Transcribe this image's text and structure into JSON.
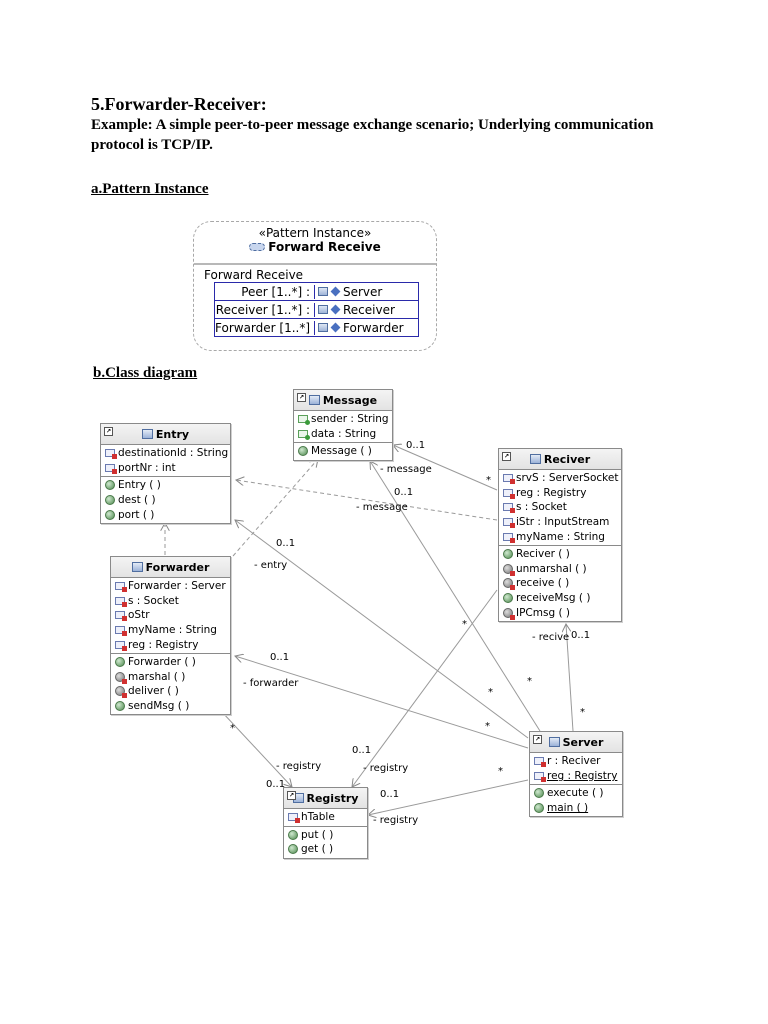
{
  "doc": {
    "heading": "5.Forwarder-Receiver:",
    "example_line1": "Example: A simple peer-to-peer message exchange scenario; Underlying communication",
    "example_line2": "protocol is TCP/IP.",
    "section_a": "a.Pattern Instance",
    "section_b": "b.Class diagram"
  },
  "pattern_instance": {
    "stereotype": "«Pattern Instance»",
    "name": "Forward Receive",
    "compartment_title": "Forward Receive",
    "roles": [
      {
        "role": "Peer [1..*] :",
        "class": "Server"
      },
      {
        "role": "Receiver [1..*] :",
        "class": "Receiver"
      },
      {
        "role": "Forwarder [1..*] :",
        "class": "Forwarder"
      }
    ]
  },
  "classes": {
    "entry": {
      "name": "Entry",
      "fields": [
        {
          "text": "destinationId : String",
          "icon": "private-field-icon"
        },
        {
          "text": "portNr : int",
          "icon": "private-field-icon"
        }
      ],
      "methods": [
        {
          "text": "Entry ( )",
          "icon": "public-method-icon"
        },
        {
          "text": "dest ( )",
          "icon": "public-method-icon"
        },
        {
          "text": "port ( )",
          "icon": "public-method-icon"
        }
      ]
    },
    "message": {
      "name": "Message",
      "fields": [
        {
          "text": "sender : String",
          "icon": "public-field-icon"
        },
        {
          "text": "data : String",
          "icon": "public-field-icon"
        }
      ],
      "methods": [
        {
          "text": "Message ( )",
          "icon": "public-method-icon"
        }
      ]
    },
    "reciver": {
      "name": "Reciver",
      "fields": [
        {
          "text": "srvS : ServerSocket",
          "icon": "private-field-icon"
        },
        {
          "text": "reg : Registry",
          "icon": "private-field-icon"
        },
        {
          "text": "s : Socket",
          "icon": "private-field-icon"
        },
        {
          "text": "iStr : InputStream",
          "icon": "private-field-icon"
        },
        {
          "text": "myName : String",
          "icon": "private-field-icon"
        }
      ],
      "methods": [
        {
          "text": "Reciver ( )",
          "icon": "public-method-icon"
        },
        {
          "text": "unmarshal ( )",
          "icon": "private-method-icon"
        },
        {
          "text": "receive ( )",
          "icon": "private-method-icon"
        },
        {
          "text": "receiveMsg ( )",
          "icon": "public-method-icon"
        },
        {
          "text": "IPCmsg ( )",
          "icon": "private-method-icon"
        }
      ]
    },
    "forwarder": {
      "name": "Forwarder",
      "fields": [
        {
          "text": "Forwarder : Server",
          "icon": "private-field-icon"
        },
        {
          "text": "s : Socket",
          "icon": "private-field-icon"
        },
        {
          "text": "oStr",
          "icon": "private-field-icon"
        },
        {
          "text": "myName : String",
          "icon": "private-field-icon"
        },
        {
          "text": "reg : Registry",
          "icon": "private-field-icon"
        }
      ],
      "methods": [
        {
          "text": "Forwarder ( )",
          "icon": "public-method-icon"
        },
        {
          "text": "marshal ( )",
          "icon": "private-method-icon"
        },
        {
          "text": "deliver ( )",
          "icon": "private-method-icon"
        },
        {
          "text": "sendMsg ( )",
          "icon": "public-method-icon"
        }
      ]
    },
    "server": {
      "name": "Server",
      "fields": [
        {
          "text": "r : Reciver",
          "icon": "private-field-icon"
        },
        {
          "text": "reg : Registry",
          "icon": "private-field-icon",
          "underline": true
        }
      ],
      "methods": [
        {
          "text": "execute ( )",
          "icon": "public-method-icon"
        },
        {
          "text": "main ( )",
          "icon": "public-method-icon",
          "underline": true
        }
      ]
    },
    "registry": {
      "name": "Registry",
      "fields": [
        {
          "text": "hTable",
          "icon": "private-field-icon"
        }
      ],
      "methods": [
        {
          "text": "put ( )",
          "icon": "public-method-icon"
        },
        {
          "text": "get ( )",
          "icon": "public-method-icon"
        }
      ]
    }
  },
  "association_labels": {
    "msg_mult_reciver": "0..1",
    "msg_star_reciver": "*",
    "message_from_reciver": "- message",
    "msg_mult_server": "0..1",
    "message_to_entry": "- message",
    "entry_mult": "0..1",
    "entry_role": "- entry",
    "star_server_entry": "*",
    "star_server_message": "*",
    "star_server_right": "*",
    "forwarder_mult": "0..1",
    "forwarder_role": "- forwarder",
    "star_server_forwarder": "*",
    "recive_role": "- recive",
    "recive_mult": "0..1",
    "star_server_reciver": "*",
    "star_forwarder_registry": "*",
    "registry_role_fwd": "- registry",
    "registry_mult_fwd": "0..1",
    "registry_mult_rec": "0..1",
    "registry_role_rec": "- registry",
    "star_server_registry": "*",
    "registry_mult_srv": "0..1",
    "registry_role_srv": "- registry"
  }
}
